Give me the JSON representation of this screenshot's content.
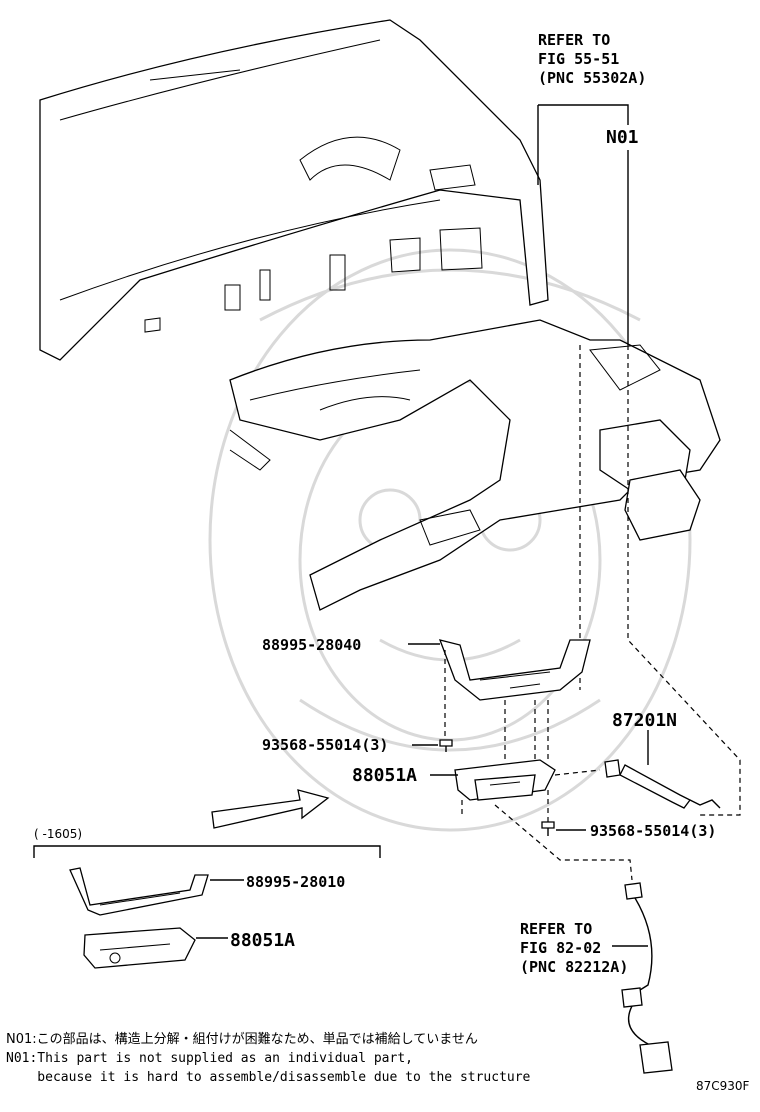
{
  "labels": {
    "refer_a_line1": "REFER TO",
    "refer_a_line2": "FIG 55-51",
    "refer_a_line3": "(PNC 55302A)",
    "n01": "N01",
    "p88995_28040": "88995-28040",
    "p93568_top": "93568-55014(3)",
    "p87201n": "87201N",
    "p88051a_main": "88051A",
    "p93568_right": "93568-55014(3)",
    "range_bracket": "(    -1605)",
    "p88995_28010": "88995-28010",
    "p88051a_sub": "88051A",
    "refer_b_line1": "REFER TO",
    "refer_b_line2": "FIG 82-02",
    "refer_b_line3": "(PNC 82212A)"
  },
  "notes": {
    "jp": "N01:この部品は、構造上分解・組付けが困難なため、単品では補給していません",
    "en_line1": "N01:This part is not supplied as an individual part,",
    "en_line2": "    because it is hard to assemble/disassemble due to the structure"
  },
  "figure_code": "87C930F"
}
